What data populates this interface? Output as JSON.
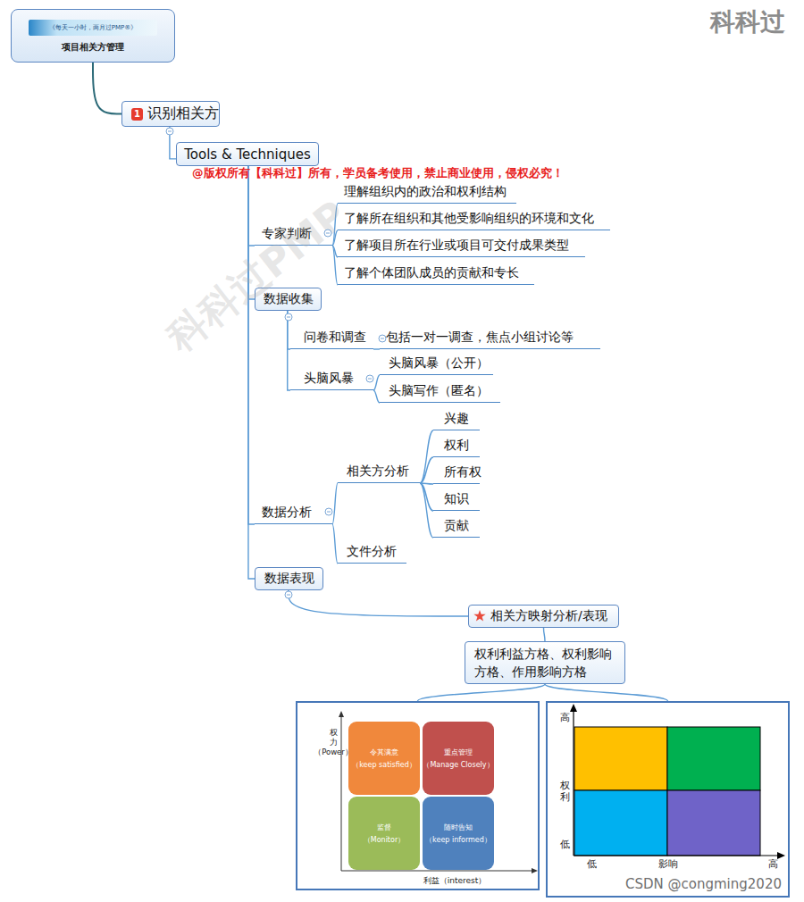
{
  "diagram": {
    "nodes": [
      {
        "text": [
          "《每天一小时，两月过PMP®》",
          "项目相关方管理"
        ]
      },
      {
        "text": [
          "1",
          "识别相关方"
        ]
      },
      {
        "text": [
          "Tools & Techniques"
        ]
      },
      {
        "text": [
          "专家判断"
        ]
      },
      {
        "text": [
          "理解组织内的政治和权利结构"
        ]
      },
      {
        "text": [
          "了解所在组织和其他受影响组织的环境和文化"
        ]
      },
      {
        "text": [
          "了解项目所在行业或项目可交付成果类型"
        ]
      },
      {
        "text": [
          "了解个体团队成员的贡献和专长"
        ]
      },
      {
        "text": [
          "数据收集"
        ]
      },
      {
        "text": [
          "问卷和调查"
        ]
      },
      {
        "text": [
          "包括一对一调查，焦点小组讨论等"
        ]
      },
      {
        "text": [
          "头脑风暴"
        ]
      },
      {
        "text": [
          "头脑风暴（公开）"
        ]
      },
      {
        "text": [
          "头脑写作（匿名）"
        ]
      },
      {
        "text": [
          "数据分析"
        ]
      },
      {
        "text": [
          "相关方分析"
        ]
      },
      {
        "text": [
          "兴趣"
        ]
      },
      {
        "text": [
          "权利"
        ]
      },
      {
        "text": [
          "所有权"
        ]
      },
      {
        "text": [
          "知识"
        ]
      },
      {
        "text": [
          "贡献"
        ]
      },
      {
        "text": [
          "文件分析"
        ]
      },
      {
        "text": [
          "数据表现"
        ]
      },
      {
        "text": [
          "相关方映射分析/表现"
        ]
      },
      {
        "text": [
          "权利利益方格、权利影响方格、作用影响方格"
        ]
      },
      {
        "text": [
          "权力",
          "（Power）",
          "利益（interest）"
        ]
      },
      {
        "text": [
          "令其满意",
          "（keep satisfied）"
        ],
        "in": 25
      },
      {
        "text": [
          "重点管理",
          "（Manage Closely）"
        ],
        "in": 25
      },
      {
        "text": [
          "监督",
          "（Monitor）"
        ],
        "in": 25
      },
      {
        "text": [
          "随时告知",
          "（keep informed）"
        ],
        "in": 25
      },
      {
        "text": [
          "高",
          "权利",
          "低",
          "低",
          "影响",
          "高"
        ]
      }
    ],
    "edges": [
      {
        "from": 0,
        "to": 1,
        "arrow": "none"
      },
      {
        "from": 1,
        "to": 2,
        "arrow": "none"
      },
      {
        "from": 2,
        "to": 3,
        "arrow": "none"
      },
      {
        "from": 3,
        "to": 4,
        "arrow": "none"
      },
      {
        "from": 3,
        "to": 5,
        "arrow": "none"
      },
      {
        "from": 3,
        "to": 6,
        "arrow": "none"
      },
      {
        "from": 3,
        "to": 7,
        "arrow": "none"
      },
      {
        "from": 2,
        "to": 8,
        "arrow": "none"
      },
      {
        "from": 8,
        "to": 9,
        "arrow": "none"
      },
      {
        "from": 9,
        "to": 10,
        "arrow": "none"
      },
      {
        "from": 8,
        "to": 11,
        "arrow": "none"
      },
      {
        "from": 11,
        "to": 12,
        "arrow": "none"
      },
      {
        "from": 11,
        "to": 13,
        "arrow": "none"
      },
      {
        "from": 2,
        "to": 14,
        "arrow": "none"
      },
      {
        "from": 14,
        "to": 15,
        "arrow": "none"
      },
      {
        "from": 15,
        "to": 16,
        "arrow": "none"
      },
      {
        "from": 15,
        "to": 17,
        "arrow": "none"
      },
      {
        "from": 15,
        "to": 18,
        "arrow": "none"
      },
      {
        "from": 15,
        "to": 19,
        "arrow": "none"
      },
      {
        "from": 15,
        "to": 20,
        "arrow": "none"
      },
      {
        "from": 14,
        "to": 21,
        "arrow": "none"
      },
      {
        "from": 2,
        "to": 22,
        "arrow": "none"
      },
      {
        "from": 22,
        "to": 23,
        "arrow": "none"
      },
      {
        "from": 23,
        "to": 24,
        "arrow": "none"
      },
      {
        "from": 24,
        "to": 25,
        "arrow": "none"
      },
      {
        "from": 24,
        "to": 30,
        "arrow": "none"
      }
    ],
    "labels": [
      "科科过",
      "@版权所有【科科过】所有，学员备考使用，禁止商业使用，侵权必究！",
      "科科过PMP",
      "CSDN @congming2020"
    ]
  }
}
